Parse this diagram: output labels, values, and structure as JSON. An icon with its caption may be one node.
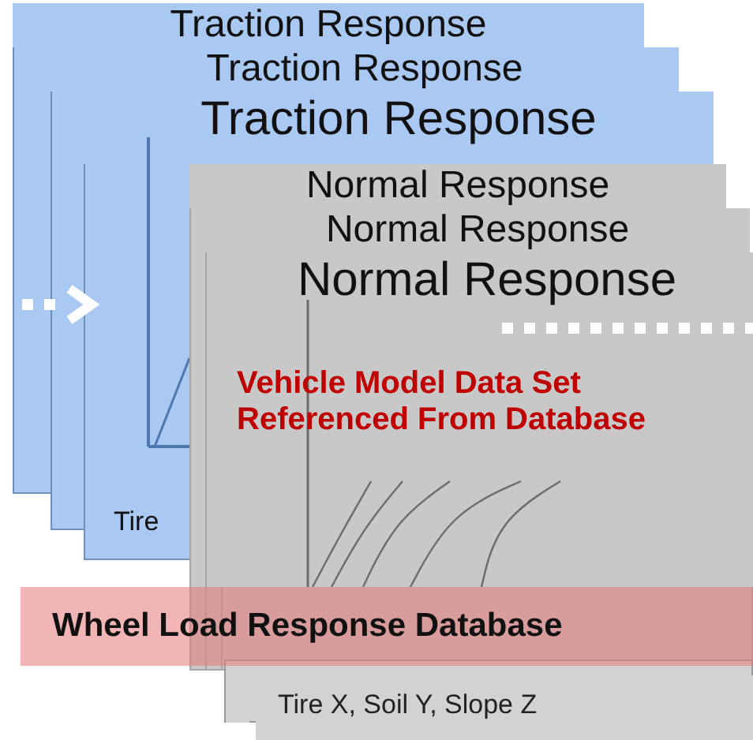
{
  "diagram": {
    "nodes": [
      {
        "text": [
          "Traction Response"
        ]
      },
      {
        "text": [
          "Traction Response"
        ]
      },
      {
        "text": [
          "Traction Response"
        ]
      },
      {
        "text": [
          "Normal Response"
        ]
      },
      {
        "text": [
          "Normal Response"
        ]
      },
      {
        "text": [
          "Normal Response",
          "Vehicle Model Data Set Referenced From Database"
        ]
      },
      {
        "text": [
          "Wheel Load Response Database"
        ]
      },
      {
        "text": [],
        "shape": "box"
      },
      {
        "text": [
          "Tire X, Soil Y, Slope Z"
        ]
      }
    ],
    "labels": [
      "Tire"
    ]
  }
}
